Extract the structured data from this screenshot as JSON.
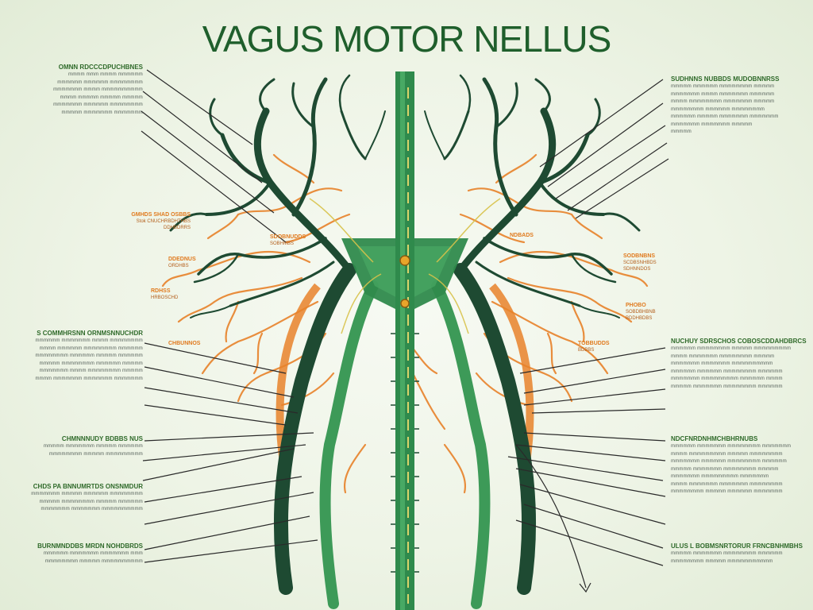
{
  "title": "VAGUS MOTOR NELLUS",
  "colors": {
    "trunk": "#2f8a4c",
    "dark_branch": "#1e4a32",
    "orange_branch": "#e8822a",
    "title": "#1f5f2c",
    "leader": "#2a2a2a"
  },
  "left_labels": [
    {
      "heading": "OMNN RDCCCDPUCHBNES",
      "lines": [
        "mmmm mmm mmmm mmmmmm",
        "mmmmmm mmmmmm mmmmmmmm",
        "mmmmmmm mmmm mmmmmmmmmm",
        "mmmm mmmmm mmmmm mmmmm",
        "mmmmmmm mmmmmm mmmmmmmm",
        "mmmmm mmmmmmm mmmmmmm"
      ]
    },
    {
      "heading": "S COMMHRSNN ORNMSNNUCHDR",
      "lines": [
        "mmmmmm mmmmmmm mmmm mmmmmmmm",
        "mmmm mmmmmm mmmmmmmm mmmmmm",
        "mmmmmmmm mmmmmm mmmmm mmmmmm",
        "mmmmm mmmmmmmm mmmmmm mmmmm",
        "mmmmmmm mmmm mmmmmmmm mmmmm",
        "mmmm mmmmmmm mmmmmmm mmmmmmm"
      ]
    },
    {
      "heading": "CHMNNNUDY BDBBS NUS",
      "lines": [
        "mmmmm mmmmmmm mmmmm mmmmmm",
        "mmmmmmmm mmmmm mmmmmmmmm"
      ]
    },
    {
      "heading": "CHDS PA BNNUMRTDS ONSNMDUR",
      "lines": [
        "mmmmmmm mmmmm mmmmmm mmmmmmmm",
        "mmmmm mmmmmmmm mmmmm mmmmmm",
        "mmmmmmm mmmmmmm mmmmmmmmmm"
      ]
    },
    {
      "heading": "BURNMNDDBS MRDN NOHDBRDS",
      "lines": [
        "mmmmmm mmmmmmm mmmmmmm mmm",
        "mmmmmmmm mmmmm mmmmmmmmmm"
      ]
    }
  ],
  "right_labels": [
    {
      "heading": "SUDHNNS NUBBDS MUDOBNNRSS",
      "lines": [
        "mmmmm mmmmmm mmmmmmmm mmmmm",
        "mmmmmmm mmmm mmmmmmm mmmmmm",
        "mmmm mmmmmmmm mmmmmmm mmmmm",
        "mmmmmmmm mmmmmm mmmmmmmm",
        "mmmmmm mmmmm mmmmmmm mmmmmmm",
        "mmmmmmm mmmmmmm mmmmm",
        "mmmmm"
      ]
    },
    {
      "heading": "NUCHUY SDRSCHOS COBOSCDDAHDBRCS",
      "lines": [
        "mmmmmm mmmmmmmm mmmmm mmmmmmmmm",
        "mmmm mmmmmmm mmmmmmmm mmmmm",
        "mmmmmmm mmmmmmm mmmmmmmmmm",
        "mmmmmm mmmmmm mmmmmmmm mmmmmm",
        "mmmmmmm mmmmmmmmm mmmmmm mmmm",
        "mmmmm mmmmmmm mmmmmmmm mmmmmm"
      ]
    },
    {
      "heading": "NDCFNRDNHMCHBHRNUBS",
      "lines": [
        "mmmmmm mmmmmmm mmmmmmmm mmmmmmm",
        "mmmm mmmmmmmmm mmmmm mmmmmmmm",
        "mmmmmmm mmmmmm mmmmmmmm mmmmmm",
        "mmmmm mmmmmmm mmmmmmmm mmmmm",
        "mmmmmmm mmmmmmmmm mmmmmmm",
        "mmmm mmmmmmm mmmmmmm mmmmmmmm",
        "mmmmmmmm mmmmm mmmmmm mmmmmmm"
      ]
    },
    {
      "heading": "ULUS L BOBMSNRTORUR FRNCBNHMBHS",
      "lines": [
        "mmmmm mmmmmmm mmmmmmmm mmmmmm",
        "mmmmmmmm mmmmm mmmmmmmmmmm"
      ]
    }
  ],
  "inner_labels": [
    {
      "heading": "GMHDS SHAD OSBBS",
      "lines": [
        "Stok CNUCHRBDHTHBS",
        "DDHBDRRS"
      ]
    },
    {
      "heading": "SDOBNUDDS",
      "lines": [
        "SOBHMBS"
      ]
    },
    {
      "heading": "DDEDNUS",
      "lines": [
        "ORDHBS"
      ]
    },
    {
      "heading": "RDHSS",
      "lines": [
        "HRBOSCHD"
      ]
    },
    {
      "heading": "CHBUNNOS",
      "lines": []
    },
    {
      "heading": "NDBADS",
      "lines": []
    },
    {
      "heading": "SODBNBNS",
      "lines": [
        "SCDBSNHBDS",
        "SDHNNDOS"
      ]
    },
    {
      "heading": "PHOBO",
      "lines": [
        "SOBDBHBNB",
        "BDDHBDBS"
      ]
    },
    {
      "heading": "TOBBUDDS",
      "lines": [
        "BDBBS"
      ]
    }
  ]
}
